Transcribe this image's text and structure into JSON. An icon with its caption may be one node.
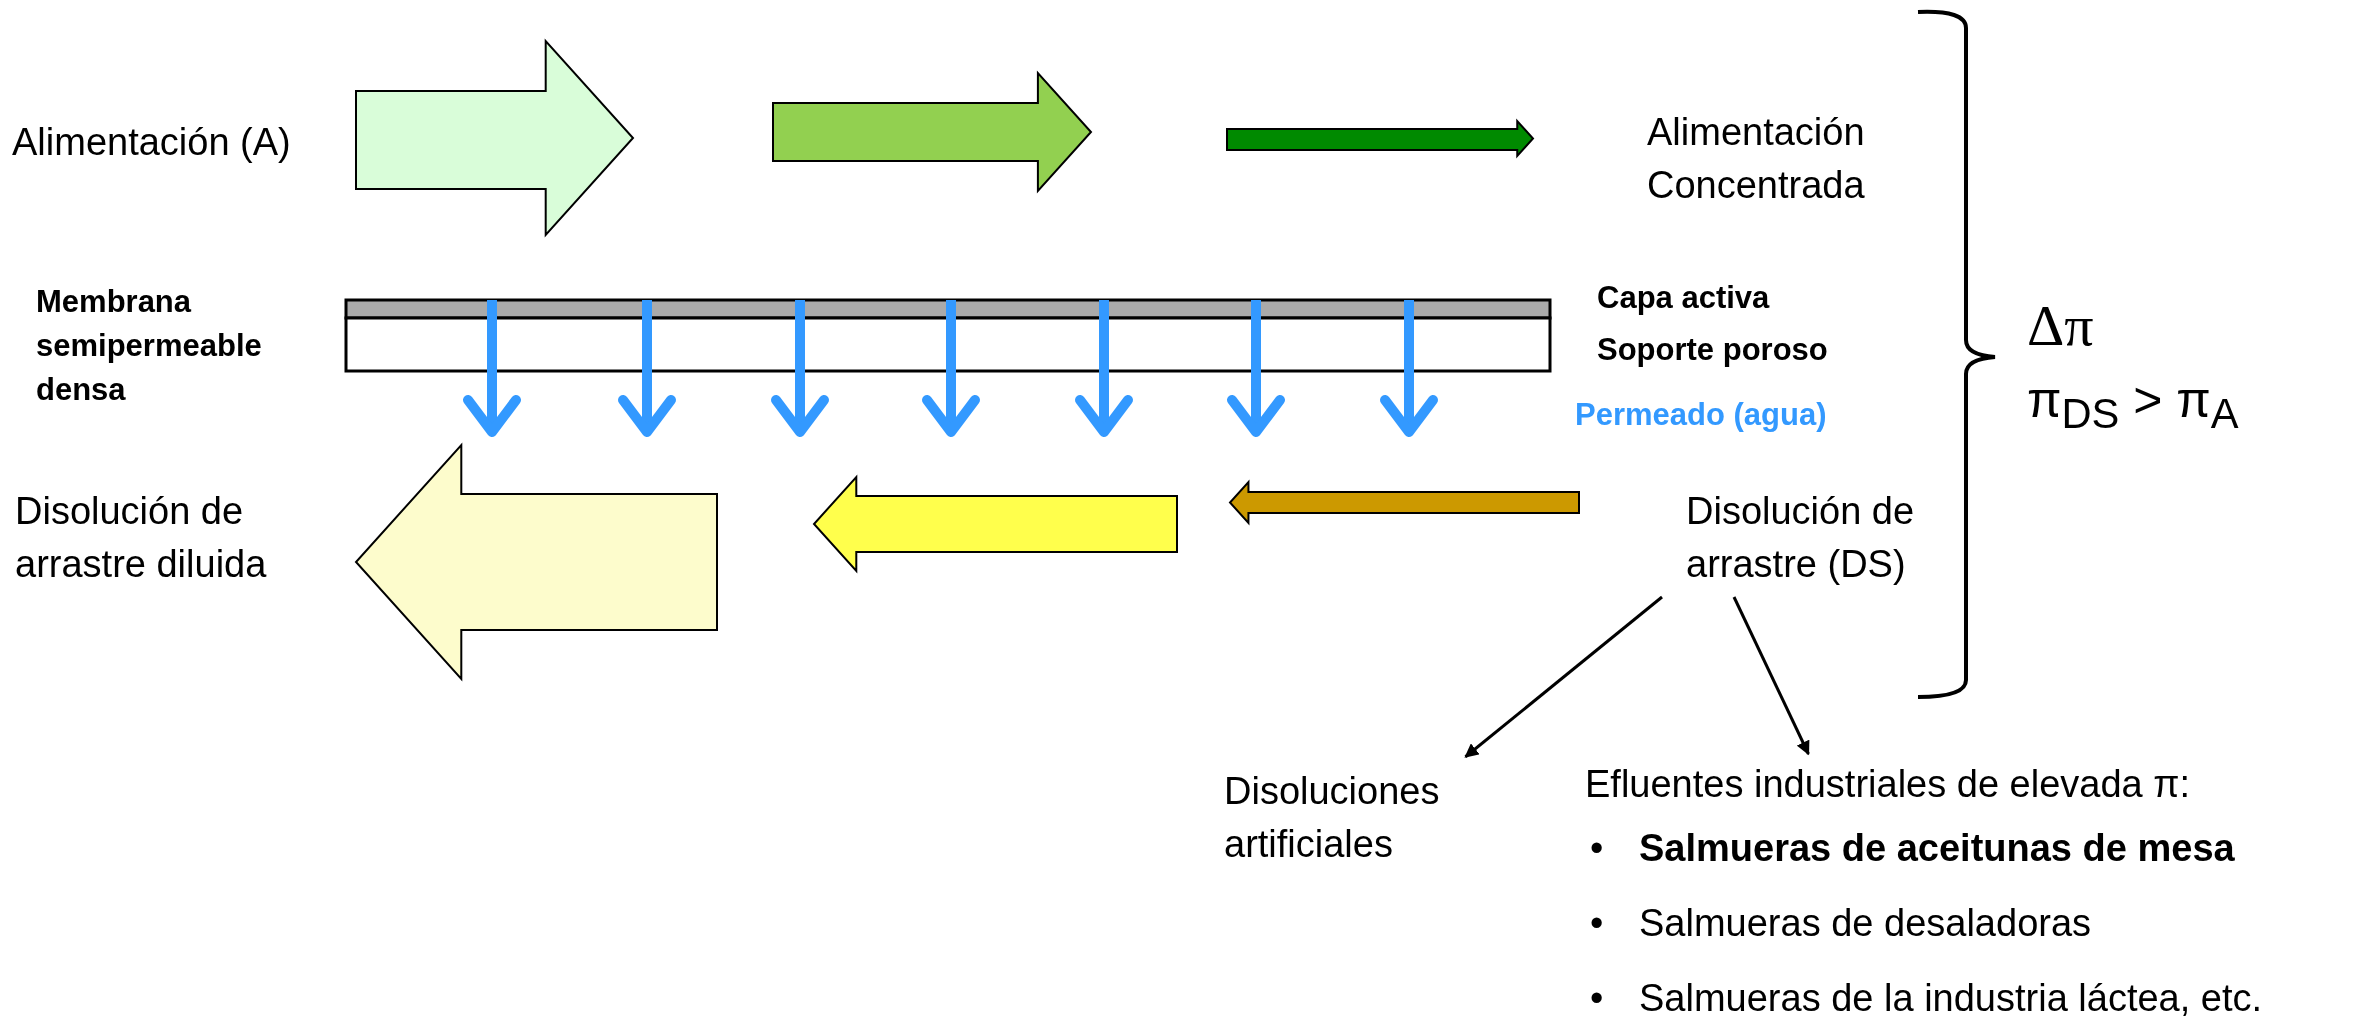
{
  "diagram": {
    "nodes": [
      {
        "text": [
          "Alimentación (A)"
        ]
      },
      {
        "text": [
          "Alimentación Concentrada"
        ]
      },
      {
        "text": [
          "Disolución de arrastre diluida"
        ]
      },
      {
        "text": [
          "Disolución de arrastre (DS)"
        ]
      },
      {
        "text": [
          "Disoluciones artificiales"
        ]
      },
      {
        "text": [
          "Efluentes industriales de elevada π:",
          "Salmueras de aceitunas de mesa",
          "Salmueras de desaladoras",
          "Salmueras de la industria láctea, etc."
        ]
      }
    ],
    "edges": [
      {
        "from": 3,
        "to": 4,
        "arrow": "to"
      },
      {
        "from": 3,
        "to": 5,
        "arrow": "to"
      }
    ],
    "labels": [
      "Membrana semipermeable densa",
      "Capa activa",
      "Soporte poroso",
      "Permeado (agua)",
      "Δπ",
      "π$_{DS}$ > π$_{A}$",
      "•",
      "•",
      "•"
    ]
  }
}
